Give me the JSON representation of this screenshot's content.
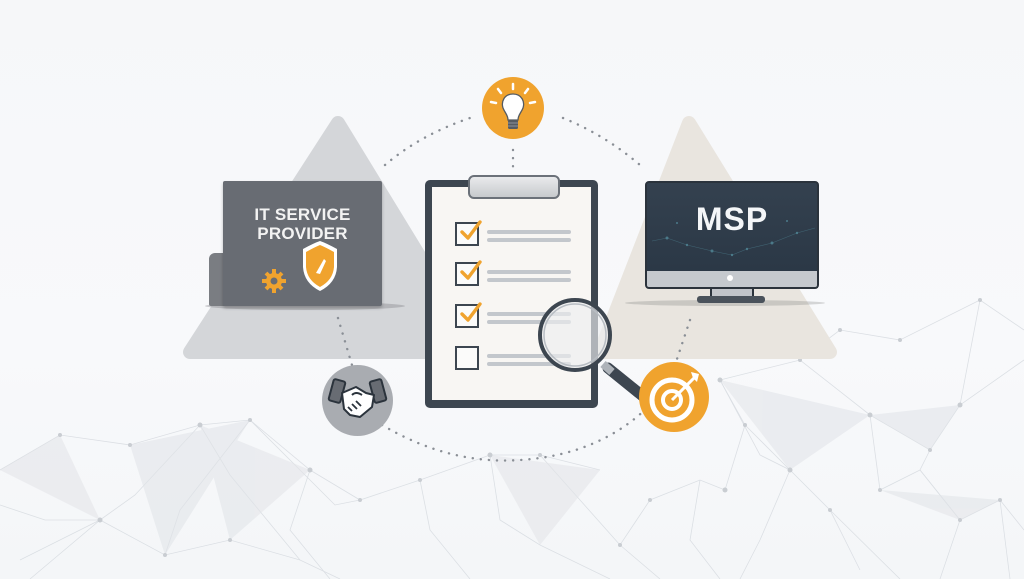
{
  "illustration": {
    "left_panel": {
      "title_line1": "IT SERVICE",
      "title_line2": "PROVIDER",
      "icons": [
        "gear-icon",
        "shield-icon"
      ],
      "color": "#686c73"
    },
    "right_monitor": {
      "screen_text": "MSP",
      "color": "#2f3c4a"
    },
    "center_clipboard": {
      "items": [
        {
          "checked": true
        },
        {
          "checked": true
        },
        {
          "checked": true
        },
        {
          "checked": false
        }
      ],
      "tool": "magnifier-icon"
    },
    "orbit_icons": [
      {
        "name": "lightbulb-icon",
        "color": "#f0a32e"
      },
      {
        "name": "handshake-icon",
        "color": "#a9acb1"
      },
      {
        "name": "target-icon",
        "color": "#f0a32e"
      }
    ],
    "colors": {
      "accent": "#f0a32e",
      "dark": "#3d4650",
      "triangle_left": "#d4d6d9",
      "triangle_right": "#e9e5df"
    }
  }
}
